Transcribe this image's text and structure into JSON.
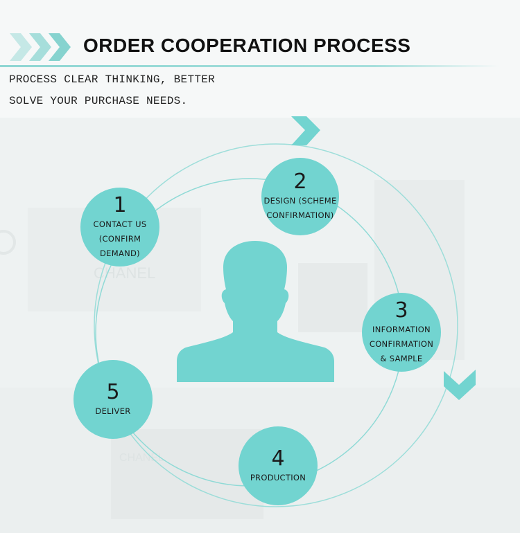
{
  "header": {
    "title": "ORDER COOPERATION PROCESS",
    "subtitle_line1": "PROCESS CLEAR THINKING, BETTER",
    "subtitle_line2": "SOLVE YOUR PURCHASE NEEDS."
  },
  "background": {
    "watermark_text_1": "CHANEL",
    "watermark_text_2": "CHANEL"
  },
  "steps": [
    {
      "number": "1",
      "label": "CONTACT US\n(CONFIRM DEMAND)"
    },
    {
      "number": "2",
      "label": "DESIGN (SCHEME\nCONFIRMATION)"
    },
    {
      "number": "3",
      "label": "INFORMATION\nCONFIRMATION\n& SAMPLE"
    },
    {
      "number": "4",
      "label": "PRODUCTION"
    },
    {
      "number": "5",
      "label": "DELIVER"
    }
  ],
  "icons": {
    "center": "person-silhouette-icon",
    "arrow_top": "chevron-right-icon",
    "arrow_right": "chevron-down-icon",
    "header_chevrons": "triple-chevron-icon"
  },
  "colors": {
    "accent": "#72d4d0",
    "title": "#111111",
    "background": "#f7f9f9"
  }
}
